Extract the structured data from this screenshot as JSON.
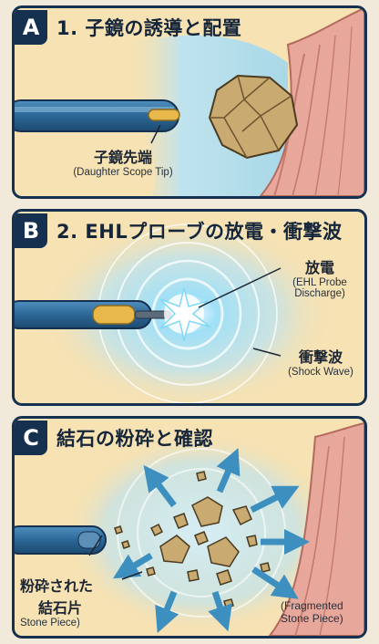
{
  "panels": [
    {
      "letter": "A",
      "title": "1. 子鏡の誘導と配置",
      "labels": {
        "tip_jp": "子鏡先端",
        "tip_en": "(Daughter Scope Tip)"
      }
    },
    {
      "letter": "B",
      "title": "2. EHLプローブの放電・衝撃波",
      "labels": {
        "discharge_jp": "放電",
        "discharge_en_1": "(EHL Probe",
        "discharge_en_2": "Discharge)",
        "wave_jp": "衝撃波",
        "wave_en": "(Shock Wave)"
      }
    },
    {
      "letter": "C",
      "title": "結石の粉砕と確認",
      "labels": {
        "piece_jp_1": "粉砕された",
        "piece_jp_2": "結石片",
        "piece_en": "Stone Piece)",
        "frag_en_1": "(Fragmented",
        "frag_en_2": "Stone Piece)"
      }
    }
  ],
  "colors": {
    "border": "#16304f",
    "background": "#f6e2b3",
    "fluid": "#bfe3ee",
    "tissue": "#e7a79a",
    "stone": "#c9ab72",
    "scope": "#2f6f9f",
    "probe": "#e8b94a",
    "arrow": "#3d8fc0"
  }
}
